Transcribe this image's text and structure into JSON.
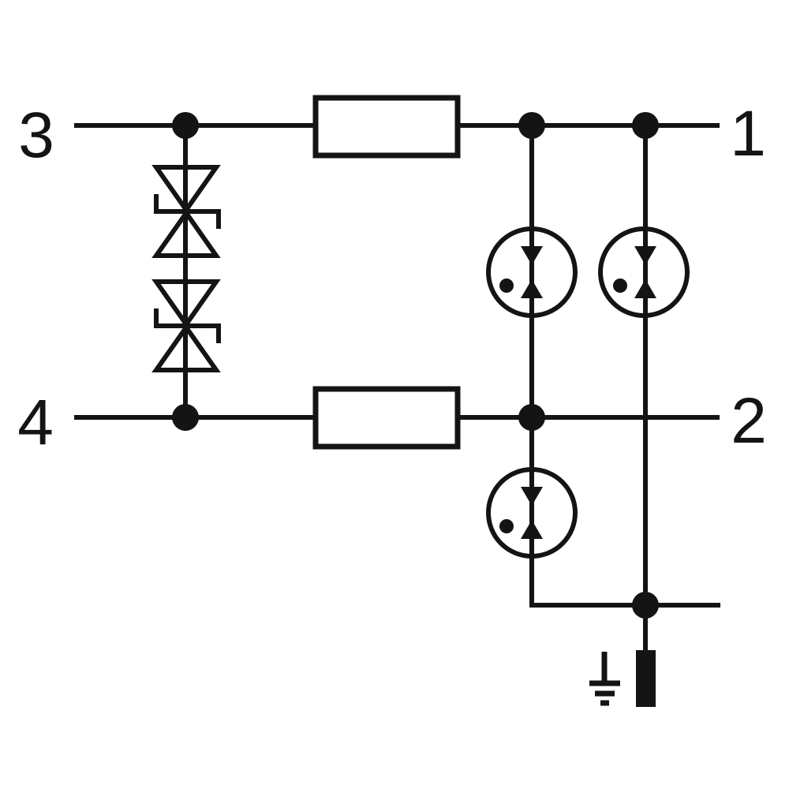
{
  "page": {
    "background": "#ffffff",
    "ink_color": "#141414"
  },
  "diagram": {
    "type": "circuit-schematic",
    "title": "surge-protection-module-circuit",
    "terminals": [
      {
        "label": "3",
        "position": "top-left"
      },
      {
        "label": "1",
        "position": "top-right"
      },
      {
        "label": "4",
        "position": "bottom-left"
      },
      {
        "label": "2",
        "position": "bottom-right"
      }
    ],
    "components": [
      {
        "name": "series-resistor-top",
        "symbol": "resistor-box",
        "between": [
          "3",
          "1"
        ]
      },
      {
        "name": "series-resistor-bottom",
        "symbol": "resistor-box",
        "between": [
          "4",
          "2"
        ]
      },
      {
        "name": "suppressor-diode-upper",
        "symbol": "bidirectional-tvs-diode",
        "between": [
          "3",
          "4"
        ]
      },
      {
        "name": "suppressor-diode-lower",
        "symbol": "bidirectional-tvs-diode",
        "between": [
          "3",
          "4"
        ]
      },
      {
        "name": "gas-discharge-tube-line1-line2",
        "symbol": "gdt-circle",
        "between": [
          "1",
          "2"
        ]
      },
      {
        "name": "gas-discharge-tube-line1-ground",
        "symbol": "gdt-circle",
        "between": [
          "1",
          "ground"
        ]
      },
      {
        "name": "gas-discharge-tube-line2-ground",
        "symbol": "gdt-circle",
        "between": [
          "2",
          "ground"
        ]
      },
      {
        "name": "earth-ground",
        "symbol": "earth-symbol"
      },
      {
        "name": "ground-contact-electrode",
        "symbol": "filled-bar"
      }
    ]
  }
}
